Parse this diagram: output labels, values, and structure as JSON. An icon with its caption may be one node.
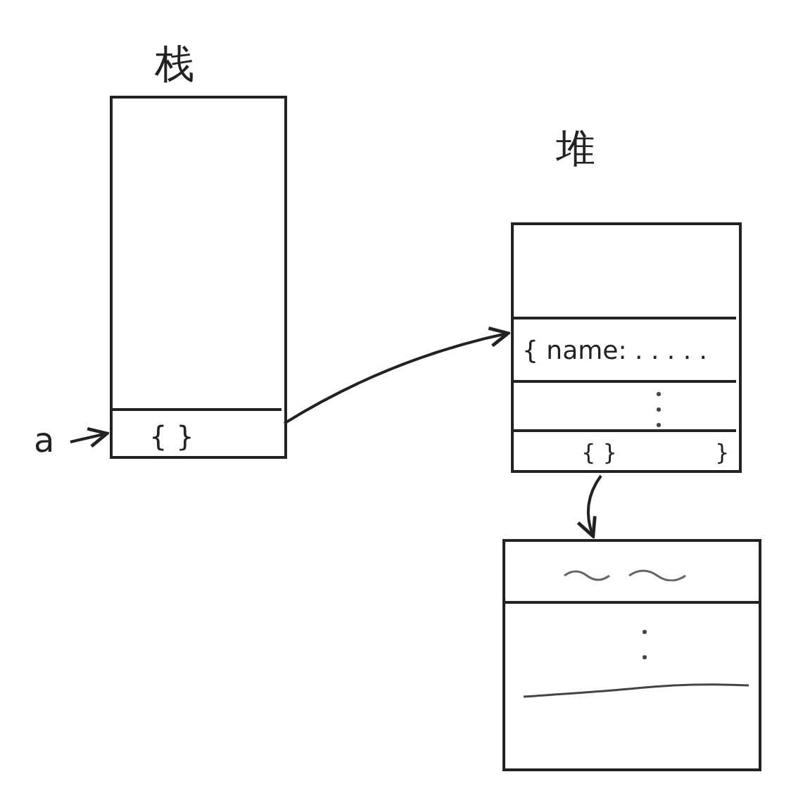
{
  "diagram": {
    "nodes": [
      {
        "text": [
          "栈"
        ]
      },
      {
        "text": [
          "{ }"
        ],
        "in": 0
      },
      {
        "text": [
          "a"
        ]
      },
      {
        "text": [
          "堆"
        ]
      },
      {
        "text": [
          "{ name: . . . . ."
        ],
        "in": 3
      },
      {
        "text": [
          "{ }",
          "}"
        ],
        "in": 3
      },
      {
        "text": [],
        "shape": "box"
      }
    ],
    "edges": [
      {
        "from": 2,
        "to": 1,
        "arrow": "to"
      },
      {
        "from": 1,
        "to": 4,
        "arrow": "to"
      },
      {
        "from": 5,
        "to": 6,
        "arrow": "to"
      }
    ]
  }
}
